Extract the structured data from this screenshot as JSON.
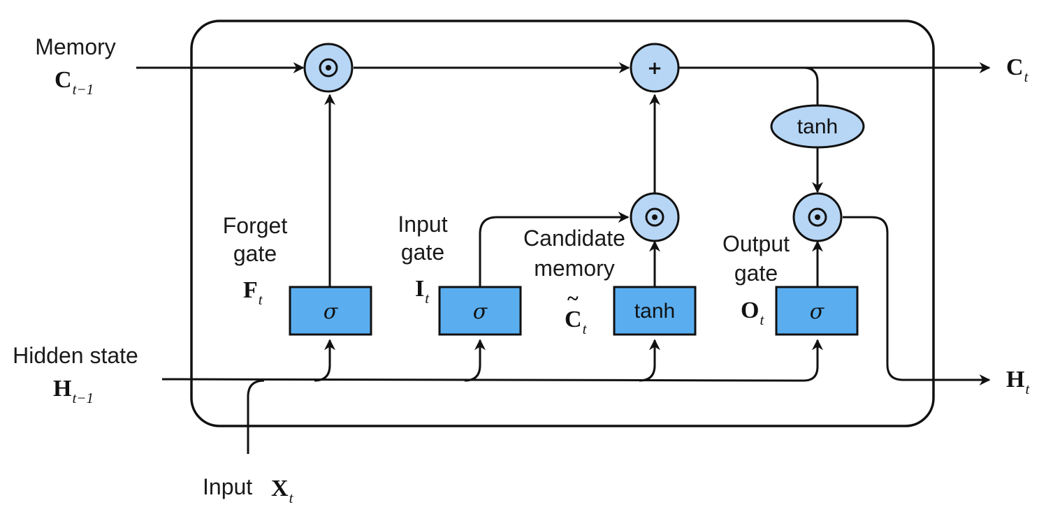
{
  "labels": {
    "memory": "Memory",
    "hidden_state": "Hidden state",
    "input": "Input",
    "forget_gate_line1": "Forget",
    "forget_gate_line2": "gate",
    "input_gate_line1": "Input",
    "input_gate_line2": "gate",
    "candidate_line1": "Candidate",
    "candidate_line2": "memory",
    "output_gate_line1": "Output",
    "output_gate_line2": "gate"
  },
  "variables": {
    "c_prev": {
      "letter": "C",
      "sub": "t−1"
    },
    "h_prev": {
      "letter": "H",
      "sub": "t−1"
    },
    "x_t": {
      "letter": "X",
      "sub": "t"
    },
    "f_t": {
      "letter": "F",
      "sub": "t"
    },
    "i_t": {
      "letter": "I",
      "sub": "t"
    },
    "c_tilde": {
      "letter": "C",
      "sub": "t",
      "accent": "~"
    },
    "o_t": {
      "letter": "O",
      "sub": "t"
    },
    "c_t": {
      "letter": "C",
      "sub": "t"
    },
    "h_t": {
      "letter": "H",
      "sub": "t"
    }
  },
  "blocks": {
    "forget_sigma": "σ",
    "input_sigma": "σ",
    "candidate_tanh": "tanh",
    "output_sigma": "σ",
    "cell_tanh": "tanh"
  },
  "operators": {
    "forget_mult": "⊙",
    "add": "+",
    "input_mult": "⊙",
    "output_mult": "⊙"
  },
  "colors": {
    "gate_fill": "#5aaef0",
    "operator_fill": "#b7d6f5",
    "stroke": "#111111"
  }
}
